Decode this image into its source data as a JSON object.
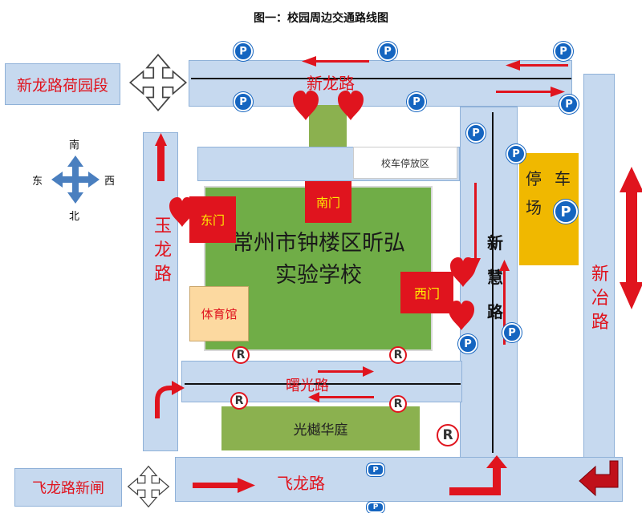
{
  "title": "图一：校园周边交通路线图",
  "roads": {
    "xinlong": "新龙路",
    "yulong": [
      "玉",
      "龙",
      "路"
    ],
    "xinhui": [
      "新",
      "慧",
      "路"
    ],
    "xinye": [
      "新",
      "冶",
      "路"
    ],
    "shuguang": "曙光路",
    "feilong": "飞龙路"
  },
  "boxes": {
    "xinlong_heyuan": "新龙路荷园段",
    "feilong_xinzha": "飞龙路新闸"
  },
  "compass": {
    "south": "南",
    "east": "东",
    "west": "西",
    "north": "北"
  },
  "school": {
    "name_line1": "常州市钟楼区昕弘",
    "name_line2": "实验学校"
  },
  "gates": {
    "east": "东门",
    "south": "南门",
    "west": "西门"
  },
  "places": {
    "bus_parking": "校车停放区",
    "gym": "体育馆",
    "residence": "光樾华庭",
    "parking_lot": [
      "停",
      "车",
      "场"
    ]
  },
  "symbols": {
    "parking": "P",
    "no_parking": "R"
  },
  "colors": {
    "road": "#c6d9ef",
    "school": "#70ad47",
    "gate": "#e0141e",
    "parking_lot": "#f0b800",
    "gym": "#fcd9a0"
  }
}
